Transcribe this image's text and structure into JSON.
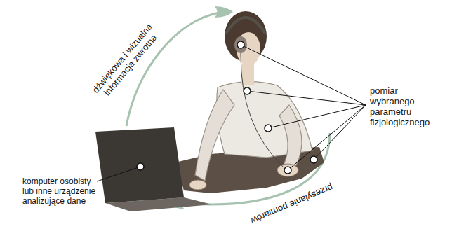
{
  "diagram": {
    "labels": [
      "dźwiękowa i wizualna informacja zwrotna",
      "pomiar wybranego parametru fizjologicznego",
      "komputer osobisty lub inne urządzenie analizujące dane",
      "przesyłanie pomiarów"
    ]
  }
}
